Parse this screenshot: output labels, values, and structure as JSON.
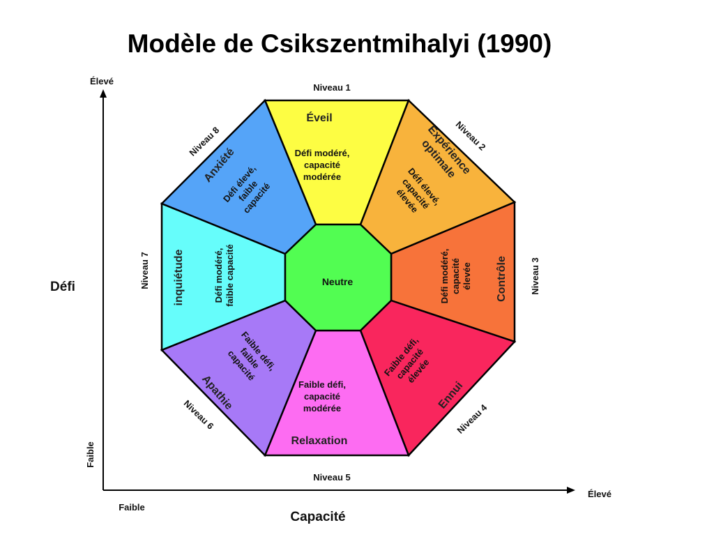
{
  "title": "Modèle de Csikszentmihalyi (1990)",
  "axes": {
    "y_label": "Défi",
    "y_high": "Élevé",
    "y_low": "Faible",
    "x_label": "Capacité",
    "x_high": "Élevé",
    "x_low": "Faible"
  },
  "center": {
    "label": "Neutre",
    "color": "#52fd52"
  },
  "sectors": [
    {
      "level": "Niveau 1",
      "name": "Éveil",
      "desc": [
        "Défi modéré,",
        "capacité",
        "modérée"
      ],
      "color": "#fdfd43"
    },
    {
      "level": "Niveau 2",
      "name": [
        "Expérience",
        "optimale"
      ],
      "desc": [
        "Défi élevé,",
        "capacité",
        "élevée"
      ],
      "color": "#f8b33c"
    },
    {
      "level": "Niveau 3",
      "name": "Contrôle",
      "desc": [
        "Défi modéré,",
        "capacité",
        "élevée"
      ],
      "color": "#f7733a"
    },
    {
      "level": "Niveau 4",
      "name": "Ennui",
      "desc": [
        "Faible défi,",
        "capacité",
        "élevée"
      ],
      "color": "#f9265d"
    },
    {
      "level": "Niveau 5",
      "name": "Relaxation",
      "desc": [
        "Faible défi,",
        "capacité",
        "modérée"
      ],
      "color": "#fd6cf2"
    },
    {
      "level": "Niveau 6",
      "name": "Apathie",
      "desc": [
        "Faible défi,",
        "faible",
        "capacité"
      ],
      "color": "#a779f7"
    },
    {
      "level": "Niveau 7",
      "name": "inquiétude",
      "desc": [
        "Défi modéré,",
        "faible capacité"
      ],
      "color": "#66fdfb"
    },
    {
      "level": "Niveau 8",
      "name": "Anxiété",
      "desc": [
        "Défi élevé,",
        "faible",
        "capacité"
      ],
      "color": "#55a4f8"
    }
  ]
}
